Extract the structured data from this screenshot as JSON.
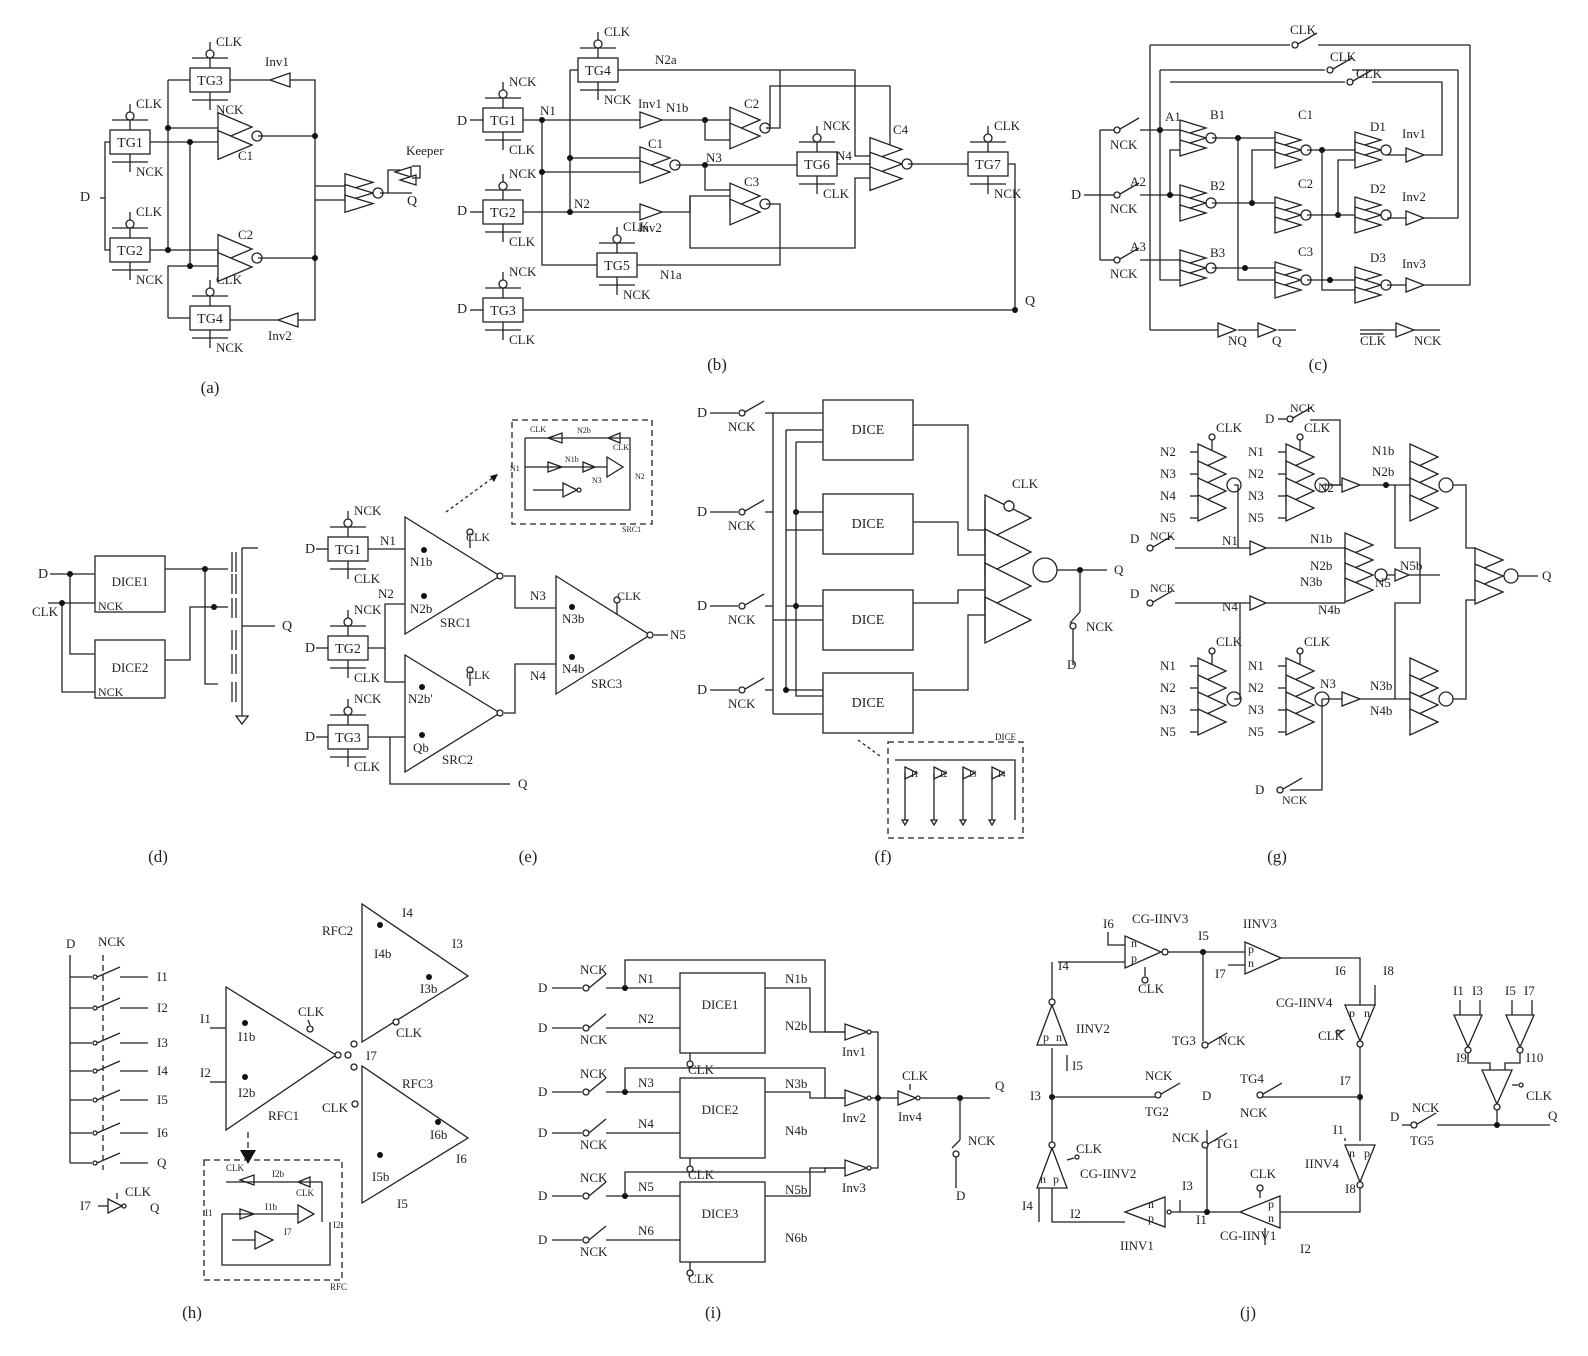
{
  "panels": {
    "a": {
      "caption": "(a)",
      "tg": [
        "TG1",
        "TG2",
        "TG3",
        "TG4"
      ],
      "cel": [
        "C1",
        "C2"
      ],
      "inv": [
        "Inv1",
        "Inv2"
      ],
      "clk": "CLK",
      "nck": "NCK",
      "d": "D",
      "q": "Q",
      "keeper": "Keeper"
    },
    "b": {
      "caption": "(b)",
      "tg": [
        "TG1",
        "TG2",
        "TG3",
        "TG4",
        "TG5",
        "TG6",
        "TG7"
      ],
      "nodes": [
        "N1",
        "N2",
        "N3",
        "N4",
        "N1b",
        "N2a",
        "N1a"
      ],
      "cel": [
        "C1",
        "C2",
        "C3",
        "C4"
      ],
      "inv": [
        "Inv1",
        "Inv2"
      ],
      "clk": "CLK",
      "nck": "NCK",
      "d": "D",
      "q": "Q"
    },
    "c": {
      "caption": "(c)",
      "nodes": [
        "A1",
        "A2",
        "A3",
        "B1",
        "B2",
        "B3",
        "C1",
        "C2",
        "C3",
        "D1",
        "D2",
        "D3"
      ],
      "inv": [
        "Inv1",
        "Inv2",
        "Inv3"
      ],
      "clk": "CLK",
      "nck": "NCK",
      "d": "D",
      "nq": "NQ",
      "q": "Q",
      "clkbar": "CLK"
    },
    "d": {
      "caption": "(d)",
      "dice": [
        "DICE1",
        "DICE2"
      ],
      "d": "D",
      "clk": "CLK",
      "nck": "NCK",
      "q": "Q"
    },
    "e": {
      "caption": "(e)",
      "tg": [
        "TG1",
        "TG2",
        "TG3"
      ],
      "src": [
        "SRC1",
        "SRC2",
        "SRC3"
      ],
      "nodes": [
        "N1",
        "N2",
        "N3",
        "N4",
        "N5",
        "N1b",
        "N2b",
        "N2b'",
        "Qb",
        "N3b",
        "N4b"
      ],
      "inset_label": "SRC1",
      "inset_nodes": [
        "N2b",
        "N1b",
        "N1",
        "N3",
        "N2"
      ],
      "clk": "CLK",
      "nck": "NCK",
      "d": "D",
      "q": "Q"
    },
    "f": {
      "caption": "(f)",
      "dice": "DICE",
      "inset_label": "DICE",
      "inset_inv": [
        "I1",
        "I2",
        "I3",
        "I4"
      ],
      "clk": "CLK",
      "nck": "NCK",
      "d": "D",
      "q": "Q"
    },
    "g": {
      "caption": "(g)",
      "in_nodes": [
        "N2",
        "N3",
        "N4",
        "N5",
        "N1"
      ],
      "nodes": [
        "N1",
        "N2",
        "N3",
        "N4",
        "N5",
        "N1b",
        "N2b",
        "N3b",
        "N4b",
        "N5b"
      ],
      "clk": "CLK",
      "nck": "NCK",
      "d": "D",
      "q": "Q"
    },
    "h": {
      "caption": "(h)",
      "outs": [
        "I1",
        "I2",
        "I3",
        "I4",
        "I5",
        "I6",
        "Q"
      ],
      "rfc": [
        "RFC1",
        "RFC2",
        "RFC3"
      ],
      "inner": [
        "I1b",
        "I2b",
        "I4b",
        "I3b",
        "I6b",
        "I5b"
      ],
      "pins": [
        "I1",
        "I2",
        "I3",
        "I4",
        "I5",
        "I6",
        "I7"
      ],
      "inset_label": "RFC",
      "inset_nodes": [
        "I2b",
        "I1b",
        "I1",
        "I7",
        "I2"
      ],
      "d": "D",
      "nck": "NCK",
      "clk": "CLK",
      "q": "Q",
      "i7": "I7"
    },
    "i": {
      "caption": "(i)",
      "dice": [
        "DICE1",
        "DICE2",
        "DICE3"
      ],
      "in_nodes": [
        "N1",
        "N2",
        "N3",
        "N4",
        "N5",
        "N6"
      ],
      "out_nodes": [
        "N1b",
        "N2b",
        "N3b",
        "N4b",
        "N5b",
        "N6b"
      ],
      "inv": [
        "Inv1",
        "Inv2",
        "Inv3",
        "Inv4"
      ],
      "clk": "CLK",
      "nck": "NCK",
      "d": "D",
      "q": "Q"
    },
    "j": {
      "caption": "(j)",
      "gates": [
        "CG-IINV3",
        "IINV3",
        "CG-IINV4",
        "IINV4",
        "CG-IINV1",
        "IINV1",
        "CG-IINV2",
        "IINV2"
      ],
      "tg": [
        "TG1",
        "TG2",
        "TG3",
        "TG4",
        "TG5"
      ],
      "nodes": [
        "I1",
        "I2",
        "I3",
        "I4",
        "I5",
        "I6",
        "I7",
        "I8",
        "I9",
        "I10"
      ],
      "np": [
        "n",
        "p"
      ],
      "clk": "CLK",
      "nck": "NCK",
      "d": "D",
      "q": "Q"
    }
  }
}
